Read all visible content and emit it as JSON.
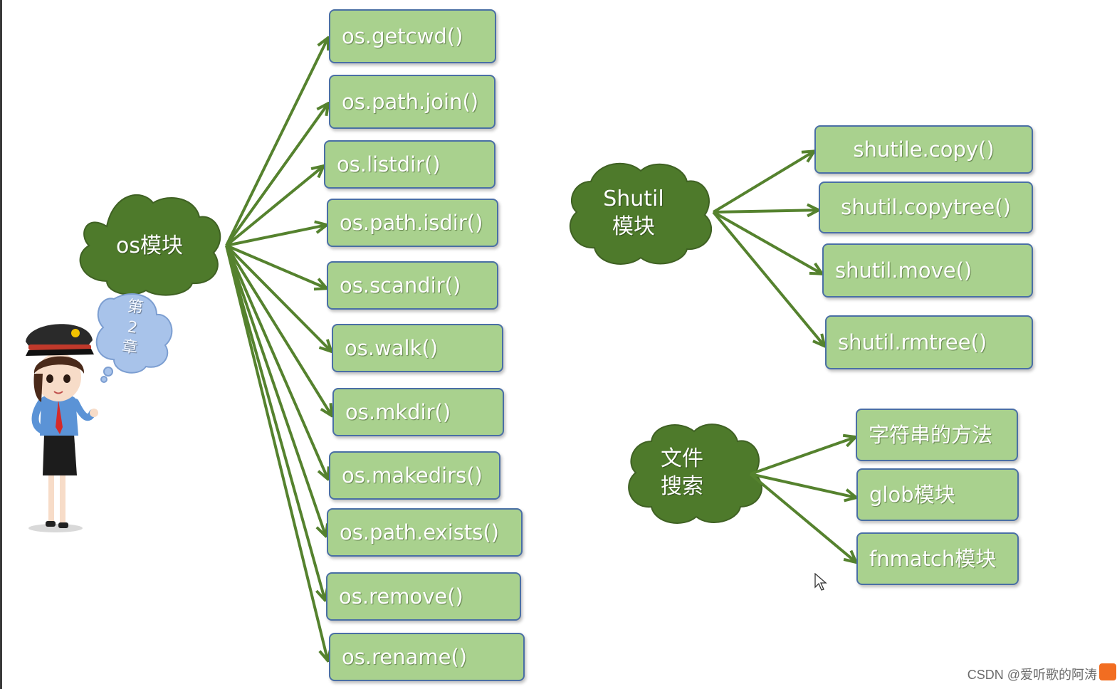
{
  "os_module": {
    "label": "os模块",
    "methods": [
      "os.getcwd()",
      "os.path.join()",
      "os.listdir()",
      "os.path.isdir()",
      "os.scandir()",
      "os.walk()",
      "os.mkdir()",
      "os.makedirs()",
      "os.path.exists()",
      "os.remove()",
      "os.rename()"
    ]
  },
  "shutil_module": {
    "label_line1": "Shutil",
    "label_line2": "模块",
    "methods": [
      "shutile.copy()",
      "shutil.copytree()",
      "shutil.move()",
      "shutil.rmtree()"
    ]
  },
  "file_search": {
    "label_line1": "文件",
    "label_line2": "搜索",
    "methods": [
      "字符串的方法",
      "glob模块",
      "fnmatch模块"
    ]
  },
  "chapter_bubble": {
    "line1": "第",
    "line2": "2",
    "line3": "章"
  },
  "watermark": "CSDN @爱听歌的阿涛",
  "colors": {
    "box_fill": "#a9d18e",
    "box_border": "#4a6fa5",
    "cloud_fill": "#4e7a2b",
    "arrow": "#55822e",
    "bubble_fill": "#a8c3ea"
  }
}
